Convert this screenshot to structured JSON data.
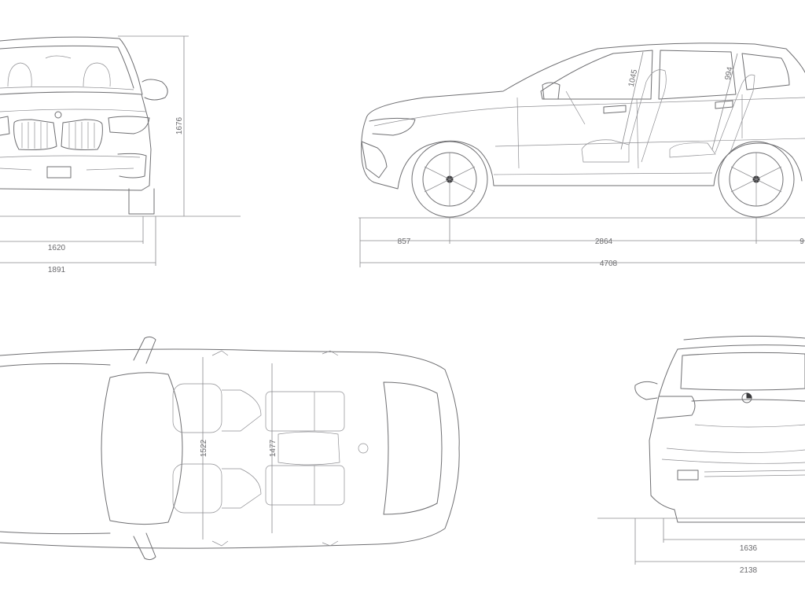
{
  "dimensions": {
    "height": "1676",
    "front_track": "1620",
    "width_with_mirrors": "1891",
    "front_overhang": "857",
    "wheelbase": "2864",
    "rear_overhang_partial": "9",
    "length": "4708",
    "front_headroom": "1045",
    "rear_headroom": "994",
    "front_shoulder": "1522",
    "rear_shoulder": "1477",
    "rear_track": "1636",
    "width_mirrors_rear": "2138"
  },
  "colors": {
    "line": "#6f6f72",
    "background": "#ffffff"
  },
  "icons": [
    "bmw-roundel-icon"
  ]
}
